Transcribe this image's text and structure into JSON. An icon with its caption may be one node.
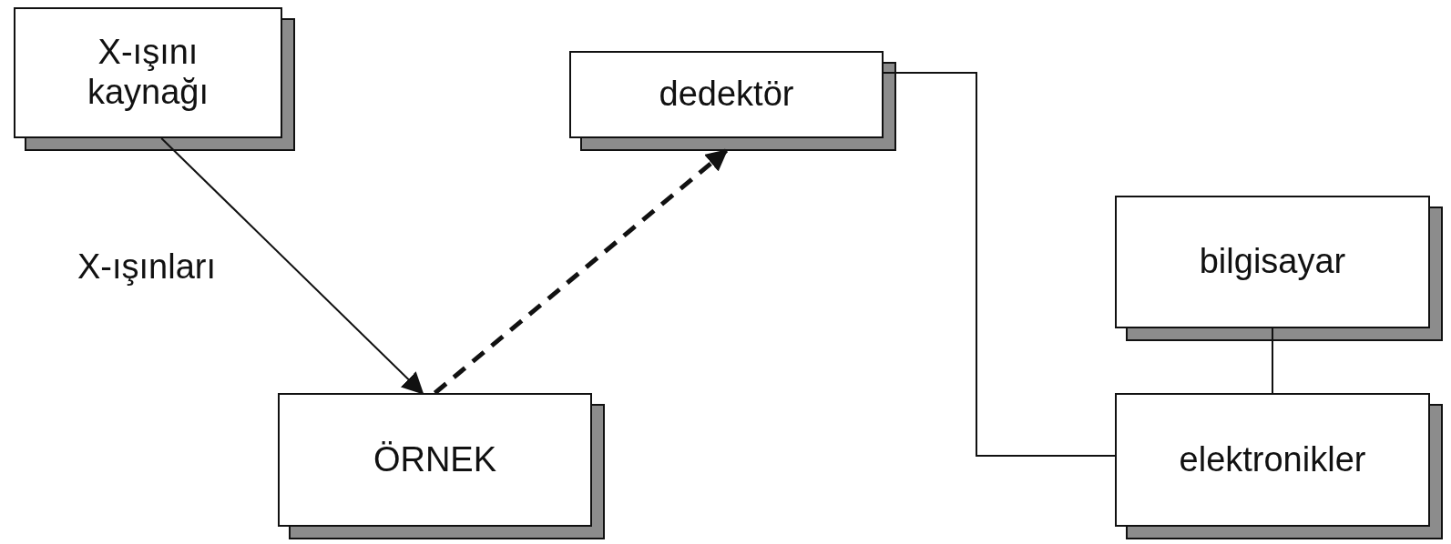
{
  "diagram": {
    "nodes": [
      {
        "text": [
          "X-ışını kaynağı"
        ]
      },
      {
        "text": [
          "dedektör"
        ]
      },
      {
        "text": [
          "ÖRNEK"
        ]
      },
      {
        "text": [
          "bilgisayar"
        ]
      },
      {
        "text": [
          "elektronikler"
        ]
      }
    ],
    "edges": [
      {
        "from": 0,
        "to": 2,
        "arrow": "to",
        "label": "X-ışınları"
      },
      {
        "from": 2,
        "to": 1,
        "arrow": "to",
        "style": "dashed"
      },
      {
        "from": 1,
        "to": 4,
        "arrow": "none"
      },
      {
        "from": 3,
        "to": 4,
        "arrow": "none"
      }
    ]
  }
}
